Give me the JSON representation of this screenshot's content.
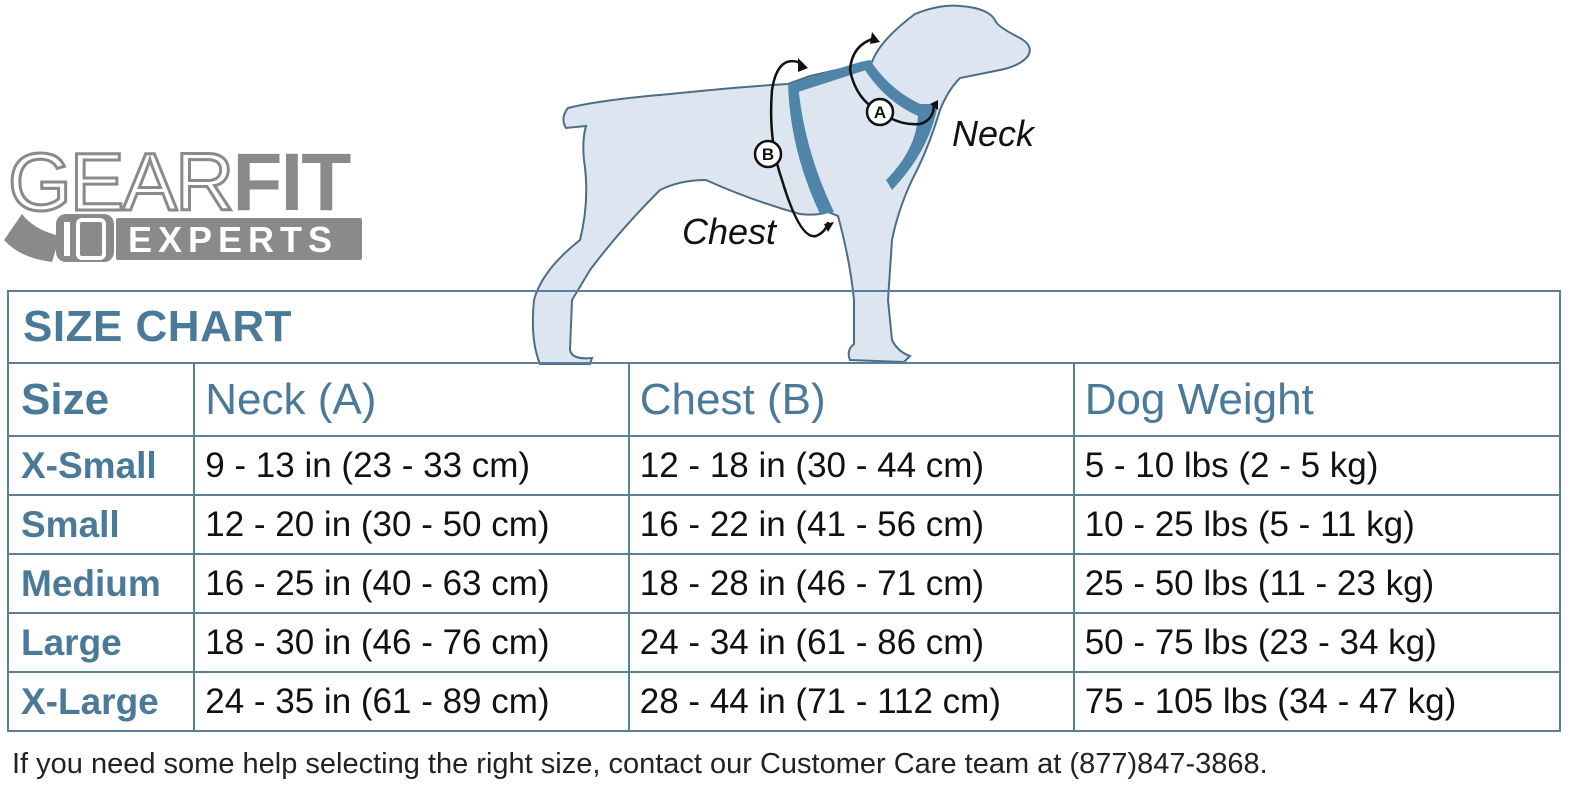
{
  "logo": {
    "word_light": "GEAR",
    "word_bold": "FIT",
    "tagline": "EXPERTS",
    "color": "#8a8a8a"
  },
  "diagram": {
    "labels": {
      "neck": "Neck",
      "chest": "Chest",
      "marker_a": "A",
      "marker_b": "B"
    },
    "colors": {
      "dog_fill": "#dde6f0",
      "dog_outline": "#4c6d86",
      "harness": "#4f85a8",
      "arrows": "#111111"
    }
  },
  "table": {
    "title": "SIZE CHART",
    "headers": {
      "size": "Size",
      "neck": "Neck (A)",
      "chest": "Chest (B)",
      "weight": "Dog Weight"
    },
    "rows": [
      {
        "size": "X-Small",
        "neck": "9 - 13 in  (23 - 33 cm)",
        "chest": "12 - 18 in  (30 - 44 cm)",
        "weight": "5 - 10 lbs  (2 - 5 kg)"
      },
      {
        "size": "Small",
        "neck": "12 - 20 in  (30 - 50 cm)",
        "chest": "16 - 22 in  (41 - 56 cm)",
        "weight": "10 - 25 lbs  (5 - 11 kg)"
      },
      {
        "size": "Medium",
        "neck": "16 - 25 in  (40 - 63 cm)",
        "chest": "18 - 28 in  (46 - 71 cm)",
        "weight": "25 - 50 lbs  (11 - 23 kg)"
      },
      {
        "size": "Large",
        "neck": "18 - 30 in  (46 - 76 cm)",
        "chest": "24 - 34 in  (61 - 86 cm)",
        "weight": "50 - 75 lbs  (23 - 34 kg)"
      },
      {
        "size": "X-Large",
        "neck": "24 - 35 in  (61 - 89 cm)",
        "chest": "28 - 44 in  (71 - 112 cm)",
        "weight": "75 - 105 lbs  (34 - 47 kg)"
      }
    ],
    "colors": {
      "accent_text": "#4a7a98",
      "border": "#5a7f9a",
      "body_text": "#111111"
    }
  },
  "footer": {
    "text": "If you need some help selecting the right size, contact our Customer Care team at (877)847-3868."
  },
  "chart_data": {
    "type": "table",
    "title": "SIZE CHART",
    "columns": [
      "Size",
      "Neck (A)",
      "Chest (B)",
      "Dog Weight"
    ],
    "categories": [
      "X-Small",
      "Small",
      "Medium",
      "Large",
      "X-Large"
    ],
    "series": [
      {
        "name": "Neck (A) in",
        "min": [
          9,
          12,
          16,
          18,
          24
        ],
        "max": [
          13,
          20,
          25,
          30,
          35
        ]
      },
      {
        "name": "Neck (A) cm",
        "min": [
          23,
          30,
          40,
          46,
          61
        ],
        "max": [
          33,
          50,
          63,
          76,
          89
        ]
      },
      {
        "name": "Chest (B) in",
        "min": [
          12,
          16,
          18,
          24,
          28
        ],
        "max": [
          18,
          22,
          28,
          34,
          44
        ]
      },
      {
        "name": "Chest (B) cm",
        "min": [
          30,
          41,
          46,
          61,
          71
        ],
        "max": [
          44,
          56,
          71,
          86,
          112
        ]
      },
      {
        "name": "Dog Weight lbs",
        "min": [
          5,
          10,
          25,
          50,
          75
        ],
        "max": [
          10,
          25,
          50,
          75,
          105
        ]
      },
      {
        "name": "Dog Weight kg",
        "min": [
          2,
          5,
          11,
          23,
          34
        ],
        "max": [
          5,
          11,
          23,
          34,
          47
        ]
      }
    ],
    "rows": [
      [
        "X-Small",
        "9 - 13 in  (23 - 33 cm)",
        "12 - 18 in  (30 - 44 cm)",
        "5 - 10 lbs  (2 - 5 kg)"
      ],
      [
        "Small",
        "12 - 20 in  (30 - 50 cm)",
        "16 - 22 in  (41 - 56 cm)",
        "10 - 25 lbs  (5 - 11 kg)"
      ],
      [
        "Medium",
        "16 - 25 in  (40 - 63 cm)",
        "18 - 28 in  (46 - 71 cm)",
        "25 - 50 lbs  (11 - 23 kg)"
      ],
      [
        "Large",
        "18 - 30 in  (46 - 76 cm)",
        "24 - 34 in  (61 - 86 cm)",
        "50 - 75 lbs  (23 - 34 kg)"
      ],
      [
        "X-Large",
        "24 - 35 in  (61 - 89 cm)",
        "28 - 44 in  (71 - 112 cm)",
        "75 - 105 lbs  (34 - 47 kg)"
      ]
    ],
    "annotations": [
      "Neck",
      "Chest",
      "A",
      "B"
    ],
    "footnote": "If you need some help selecting the right size, contact our Customer Care team at (877)847-3868."
  }
}
